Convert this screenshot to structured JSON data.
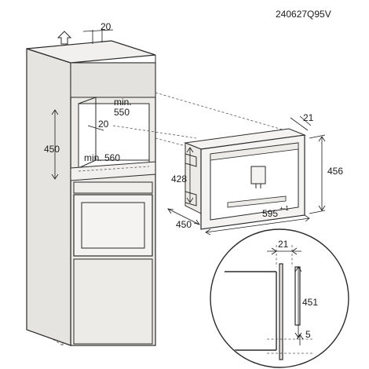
{
  "diagram_code": "240627Q95V",
  "labels": {
    "cabinet_top_gap": "20",
    "min_550": "min.\n550",
    "min_550_line1": "min.",
    "min_550_line2": "550",
    "gap_20_inner": "20",
    "height_450": "450",
    "min_560": "min. 560",
    "appliance_depth_21": "21",
    "appliance_height_456": "456",
    "appliance_body_428": "428",
    "appliance_depth_450": "450",
    "appliance_width_595": "595",
    "appliance_width_tol": "+-1",
    "detail_21": "21",
    "detail_451": "451",
    "detail_5": "5"
  },
  "colors": {
    "line": "#2a2a2a",
    "cabinet_fill": "#e9e7e4",
    "appliance_fill": "#f4f3f1",
    "background": "#ffffff"
  },
  "icons": {
    "up_arrow": "up-arrow-icon"
  }
}
